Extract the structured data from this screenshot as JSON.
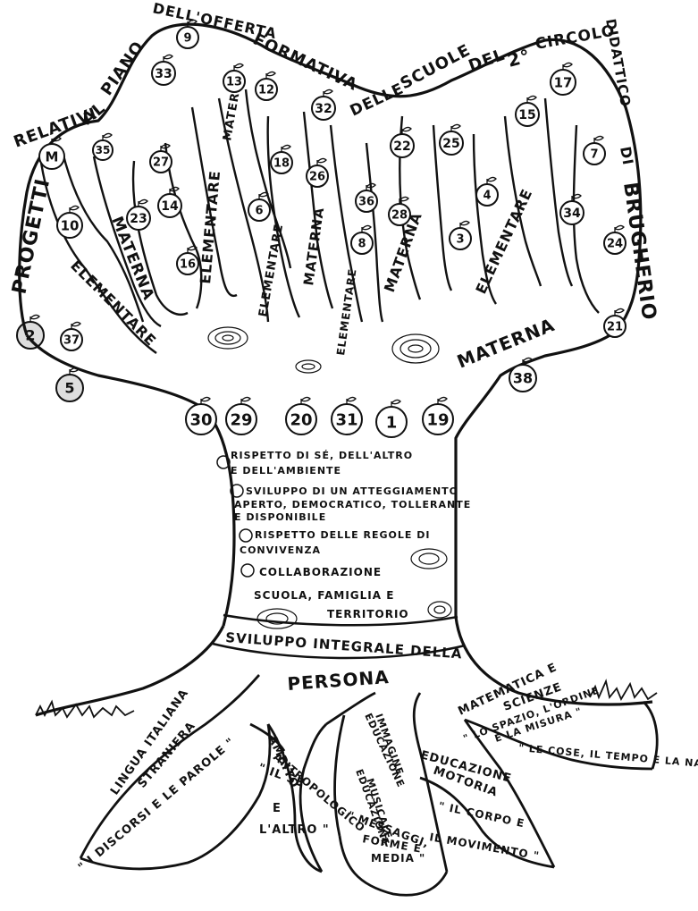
{
  "arc_title": {
    "words": [
      "PROGETTI",
      "RELATIVI",
      "AL",
      "PIANO",
      "DELL'OFFERTA",
      "FORMATIVA",
      "DELLE",
      "SCUOLE",
      "DEL",
      "2°",
      "CIRCOLO",
      "DIDATTICO",
      "DI",
      "BRUGHERIO"
    ]
  },
  "branch_labels": [
    "ELEMENTARE",
    "MATERNA",
    "ELEMENTARE",
    "MATERNA",
    "ELEMENTARE",
    "MATERNA",
    "ELEMENTARE",
    "MATERNA",
    "ELEMENTARE",
    "MATERNA"
  ],
  "fruits": [
    "9",
    "33",
    "13",
    "12",
    "32",
    "22",
    "25",
    "15",
    "17",
    "M",
    "35",
    "27",
    "7",
    "18",
    "26",
    "36",
    "28",
    "4",
    "34",
    "10",
    "23",
    "14",
    "6",
    "8",
    "3",
    "24",
    "16",
    "21",
    "2",
    "37",
    "5",
    "38",
    "30",
    "29",
    "20",
    "31",
    "1",
    "19"
  ],
  "values": [
    "RISPETTO DI SÉ, DELL'ALTRO E DELL'AMBIENTE",
    "SVILUPPO DI UN ATTEGGIAMENTO APERTO, DEMOCRATICO, TOLLERANTE E DISPONIBILE",
    "RISPETTO DELLE REGOLE DI CONVIVENZA",
    "COLLABORAZIONE SCUOLA, FAMIGLIA E TERRITORIO"
  ],
  "base_band": {
    "line1": "SVILUPPO INTEGRALE DELLA",
    "line2": "PERSONA"
  },
  "roots": [
    {
      "title": "LINGUA ITALIANA STRANIERA",
      "subtitle": "\" I DISCORSI E LE PAROLE \""
    },
    {
      "title": "AMBITO ANTROPOLOGICO",
      "subtitle": "\" IL SÉ E L'ALTRO \""
    },
    {
      "title": "EDUCAZIONE IMMAGINE EDUCAZIONE MUSICALE",
      "subtitle": "\" MESSAGGI, FORME E MEDIA \""
    },
    {
      "title": "EDUCAZIONE MOTORIA",
      "subtitle": "\" IL CORPO E IL MOVIMENTO \""
    },
    {
      "title": "MATEMATICA E SCIENZE",
      "subtitle": "\" LO SPAZIO, L'ORDINE E LA MISURA \" \" LE COSE, IL TEMPO E LA NATURA \""
    }
  ]
}
